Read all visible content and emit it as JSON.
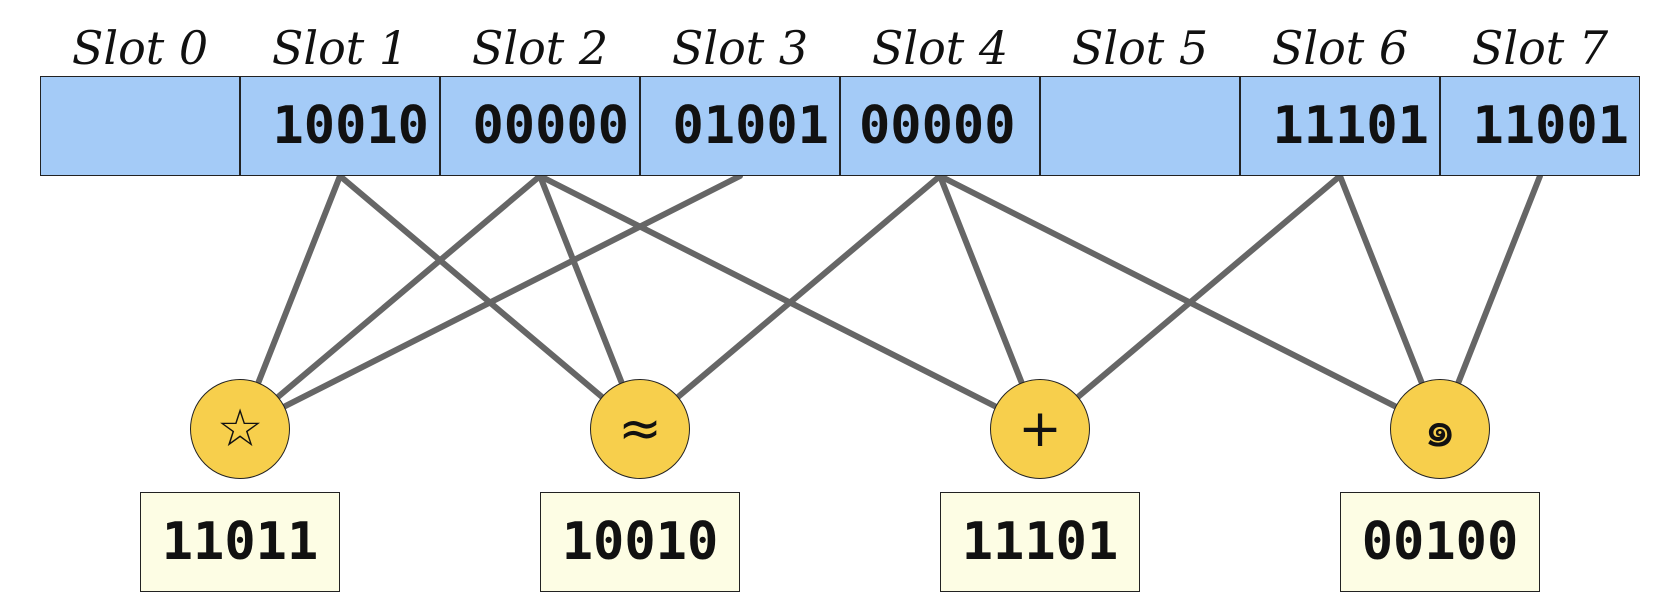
{
  "slots": [
    {
      "label": "Slot 0",
      "value": ""
    },
    {
      "label": "Slot 1",
      "value": "10010"
    },
    {
      "label": "Slot 2",
      "value": "00000"
    },
    {
      "label": "Slot 3",
      "value": "01001"
    },
    {
      "label": "Slot 4",
      "value": "00000"
    },
    {
      "label": "Slot 5",
      "value": ""
    },
    {
      "label": "Slot 6",
      "value": "11101"
    },
    {
      "label": "Slot 7",
      "value": "11001"
    }
  ],
  "items": [
    {
      "icon": "star-icon",
      "symbol": "☆",
      "value": "11011"
    },
    {
      "icon": "approx-icon",
      "symbol": "≈",
      "value": "10010"
    },
    {
      "icon": "plus-icon",
      "symbol": "+",
      "value": "11101"
    },
    {
      "icon": "spiral-icon",
      "symbol": "๑",
      "value": "00100"
    }
  ],
  "connections": [
    {
      "slot": 1,
      "item": 0
    },
    {
      "slot": 1,
      "item": 1
    },
    {
      "slot": 2,
      "item": 0
    },
    {
      "slot": 2,
      "item": 1
    },
    {
      "slot": 2,
      "item": 2
    },
    {
      "slot": 3,
      "item": 0
    },
    {
      "slot": 4,
      "item": 1
    },
    {
      "slot": 4,
      "item": 2
    },
    {
      "slot": 4,
      "item": 3
    },
    {
      "slot": 6,
      "item": 2
    },
    {
      "slot": 6,
      "item": 3
    },
    {
      "slot": 7,
      "item": 3
    }
  ],
  "colors": {
    "slot_fill": "#a4cbf7",
    "coin_fill": "#f7cf4c",
    "value_fill": "#fdfde4",
    "line": "#666666"
  }
}
